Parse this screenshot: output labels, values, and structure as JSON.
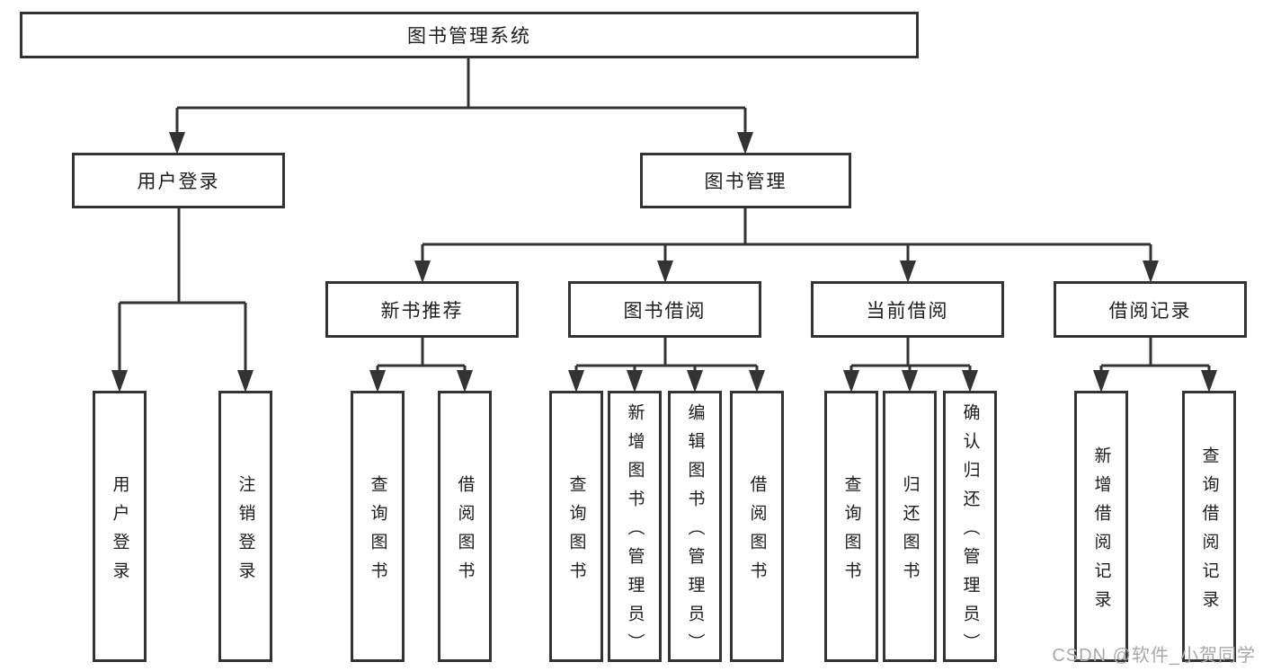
{
  "colors": {
    "line": "#333333",
    "text": "#1d1d1f",
    "background": "#ffffff",
    "watermark": "#a8a8a8"
  },
  "watermark": "CSDN @软件_小贺同学",
  "tree": {
    "label": "图书管理系统",
    "children": [
      {
        "label": "用户登录",
        "children": [
          {
            "label": "用户登录"
          },
          {
            "label": "注销登录"
          }
        ]
      },
      {
        "label": "图书管理",
        "children": [
          {
            "label": "新书推荐",
            "children": [
              {
                "label": "查询图书"
              },
              {
                "label": "借阅图书"
              }
            ]
          },
          {
            "label": "图书借阅",
            "children": [
              {
                "label": "查询图书"
              },
              {
                "label": "新增图书（管理员）"
              },
              {
                "label": "编辑图书（管理员）"
              },
              {
                "label": "借阅图书"
              }
            ]
          },
          {
            "label": "当前借阅",
            "children": [
              {
                "label": "查询图书"
              },
              {
                "label": "归还图书"
              },
              {
                "label": "确认归还（管理员）"
              }
            ]
          },
          {
            "label": "借阅记录",
            "children": [
              {
                "label": "新增借阅记录"
              },
              {
                "label": "查询借阅记录"
              }
            ]
          }
        ]
      }
    ]
  }
}
